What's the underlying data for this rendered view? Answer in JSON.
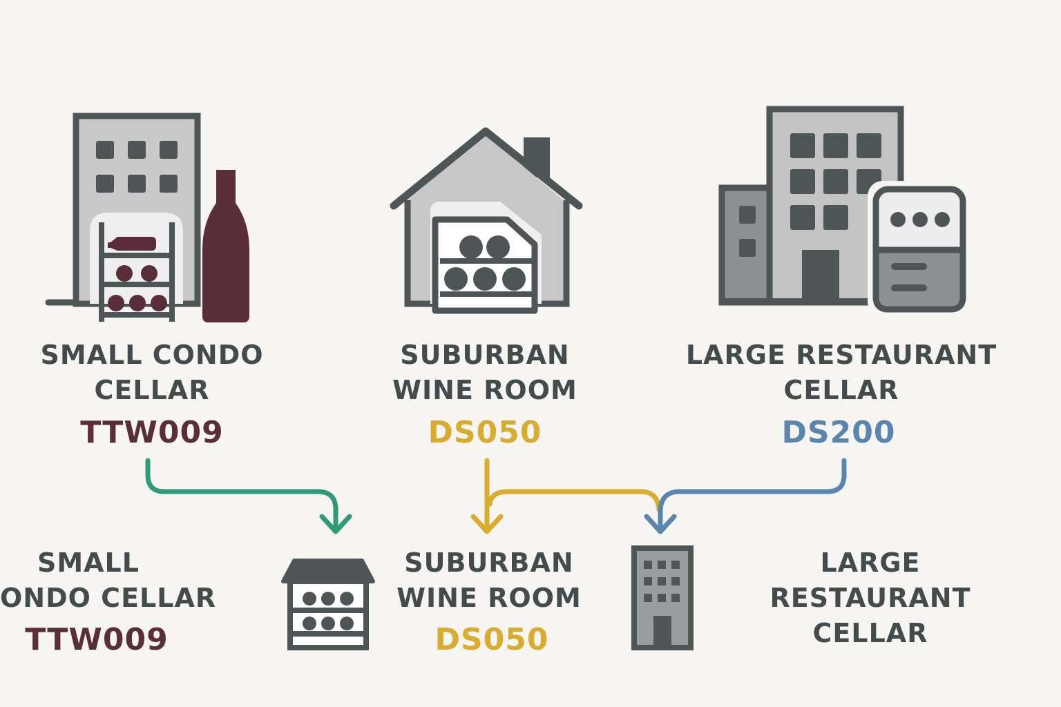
{
  "top_row": [
    {
      "title_line1": "SMALL CONDO",
      "title_line2": "CELLAR",
      "code": "TTW009"
    },
    {
      "title_line1": "SUBURBAN",
      "title_line2": "WINE ROOM",
      "code": "DS050"
    },
    {
      "title_line1": "LARGE RESTAURANT",
      "title_line2": "CELLAR",
      "code": "DS200"
    }
  ],
  "bottom_row": [
    {
      "title_line1": "SMALL",
      "title_line2": "ONDO CELLAR",
      "code": "TTW009"
    },
    {
      "title_line1": "SUBURBAN",
      "title_line2": "WINE ROOM",
      "code": "DS050"
    },
    {
      "title_line1": "LARGE",
      "title_line2": "RESTAURANT",
      "title_line3": "CELLAR"
    }
  ],
  "icons": {
    "condo": "condo-building-with-wine-rack-and-bottle-icon",
    "house": "house-with-wine-rack-icon",
    "restaurant": "restaurant-buildings-with-wine-cooler-icon",
    "small_rack": "small-wine-rack-cabinet-icon",
    "small_building": "small-office-building-icon"
  },
  "colors": {
    "text": "#434b4d",
    "ttw009": "#5a2d3a",
    "ds050": "#d9ac2f",
    "ds200": "#5a86ad",
    "arrow_green": "#2f9a78",
    "arrow_yellow": "#d9ac2f",
    "arrow_blue": "#5a86ad",
    "wine": "#5a2d3a",
    "outline": "#4d5557"
  }
}
